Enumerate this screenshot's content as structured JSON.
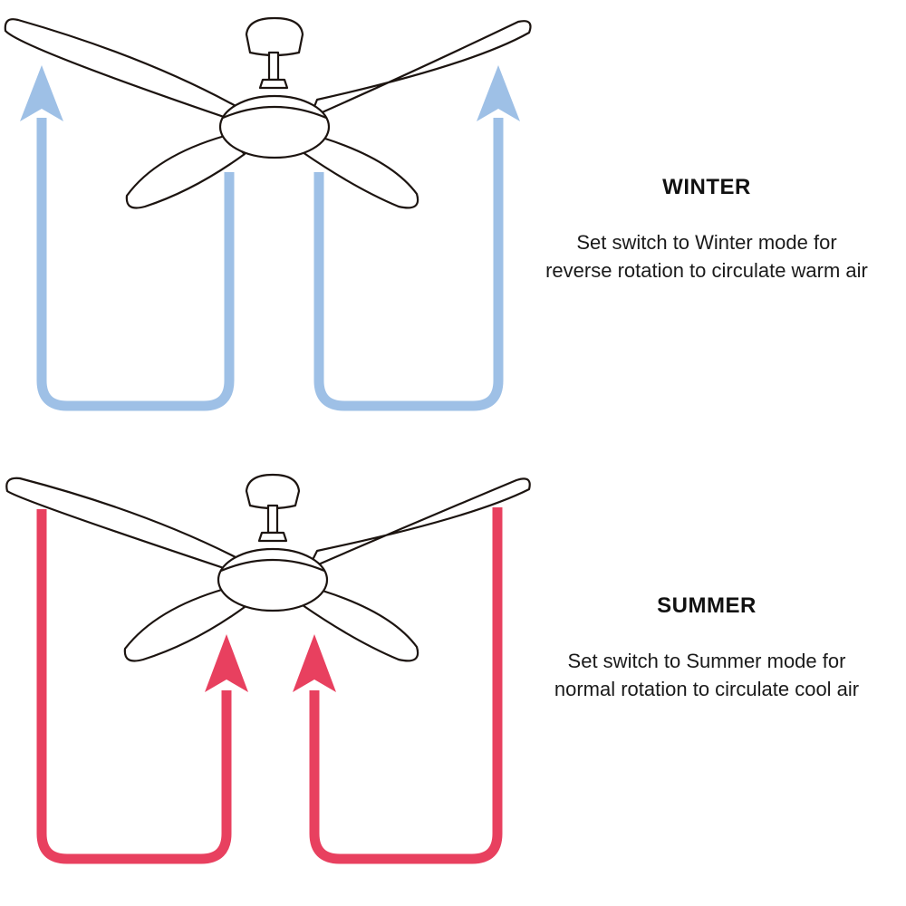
{
  "colors": {
    "winter_airflow": "#9ec0e6",
    "summer_airflow": "#e8405f",
    "fan_outline": "#1c1410"
  },
  "winter": {
    "title": "WINTER",
    "description_line1": "Set switch to Winter mode for",
    "description_line2": "reverse rotation to circulate warm air",
    "airflow_direction": "up the sides, down the middle",
    "airflow_color_name": "blue"
  },
  "summer": {
    "title": "SUMMER",
    "description_line1": "Set switch to Summer mode for",
    "description_line2": "normal rotation to circulate cool air",
    "airflow_direction": "down the sides, up the middle",
    "airflow_color_name": "red"
  }
}
